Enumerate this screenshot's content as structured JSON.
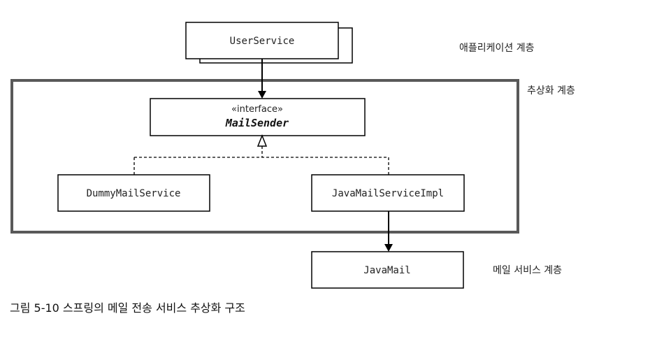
{
  "boxes": {
    "user_service": "UserService",
    "interface_stereotype": "«interface»",
    "mail_sender": "MailSender",
    "dummy_mail_service": "DummyMailService",
    "java_mail_service_impl": "JavaMailServiceImpl",
    "java_mail": "JavaMail"
  },
  "layers": {
    "application": "애플리케이션 계층",
    "abstraction": "추상화 계층",
    "mail_service": "메일 서비스 계층"
  },
  "caption": "그림 5-10 스프링의 메일 전송 서비스 추상화 구조",
  "colors": {
    "line": "#000000",
    "layer_frame": "#595959",
    "box_fill": "#ffffff",
    "text": "#222222"
  }
}
